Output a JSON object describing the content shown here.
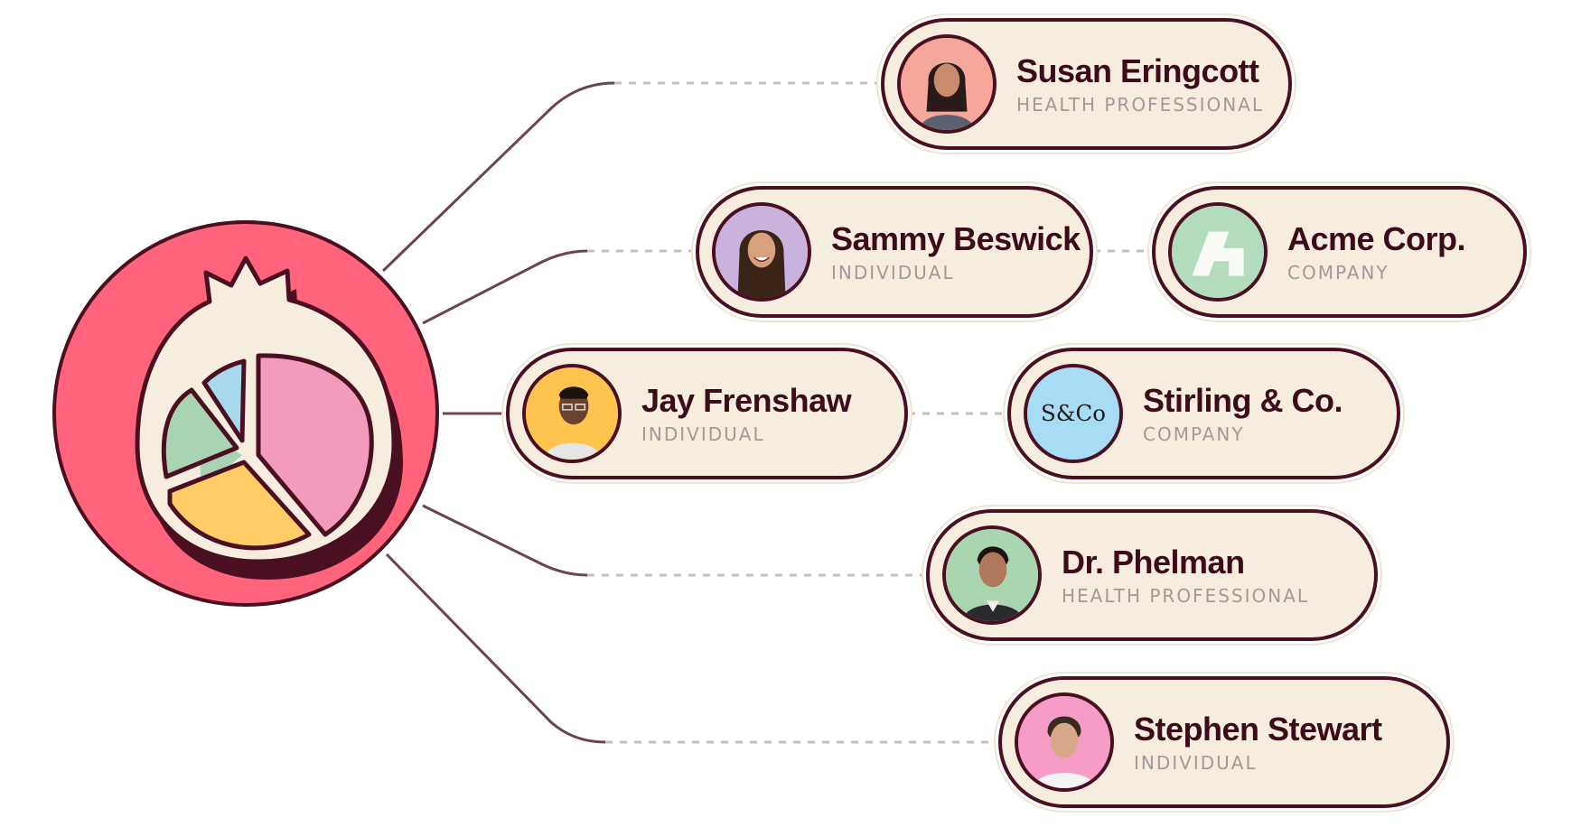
{
  "hub": {
    "logo_icon": "pomegranate-pie-chart-icon",
    "colors": {
      "ring": "#ff647c",
      "outline": "#4a1022",
      "fruit": "#f6eddf",
      "slice_green": "#a9d4b3",
      "slice_blue": "#a8d8ec",
      "slice_yellow": "#ffcc66",
      "slice_pink": "#f39bbd"
    }
  },
  "nodes": [
    {
      "id": "susan",
      "name": "Susan Eringcott",
      "role": "HEALTH PROFESSIONAL",
      "avatar_bg": "#f4a79a",
      "avatar_icon": "person-photo-icon"
    },
    {
      "id": "sammy",
      "name": "Sammy Beswick",
      "role": "INDIVIDUAL",
      "avatar_bg": "#c9b3de",
      "avatar_icon": "person-photo-icon"
    },
    {
      "id": "acme",
      "name": "Acme Corp.",
      "role": "COMPANY",
      "avatar_bg": "#b2dcbb",
      "avatar_icon": "acme-logo-icon"
    },
    {
      "id": "jay",
      "name": "Jay Frenshaw",
      "role": "INDIVIDUAL",
      "avatar_bg": "#ffc44d",
      "avatar_icon": "person-photo-icon"
    },
    {
      "id": "stirling",
      "name": "Stirling & Co.",
      "role": "COMPANY",
      "avatar_bg": "#a8dcf4",
      "avatar_icon": "stirling-monogram-icon",
      "monogram": "S&Co"
    },
    {
      "id": "phelman",
      "name": "Dr. Phelman",
      "role": "HEALTH PROFESSIONAL",
      "avatar_bg": "#a9d6b1",
      "avatar_icon": "person-photo-icon"
    },
    {
      "id": "stephen",
      "name": "Stephen Stewart",
      "role": "INDIVIDUAL",
      "avatar_bg": "#f59cc7",
      "avatar_icon": "person-photo-icon"
    }
  ],
  "colors": {
    "pill_bg": "#f6eddf",
    "outline": "#4a1022",
    "name_text": "#3d0c1a",
    "role_text": "#a8969a",
    "connector": "#6b4450",
    "connector_dashed": "#cbbcbf"
  }
}
